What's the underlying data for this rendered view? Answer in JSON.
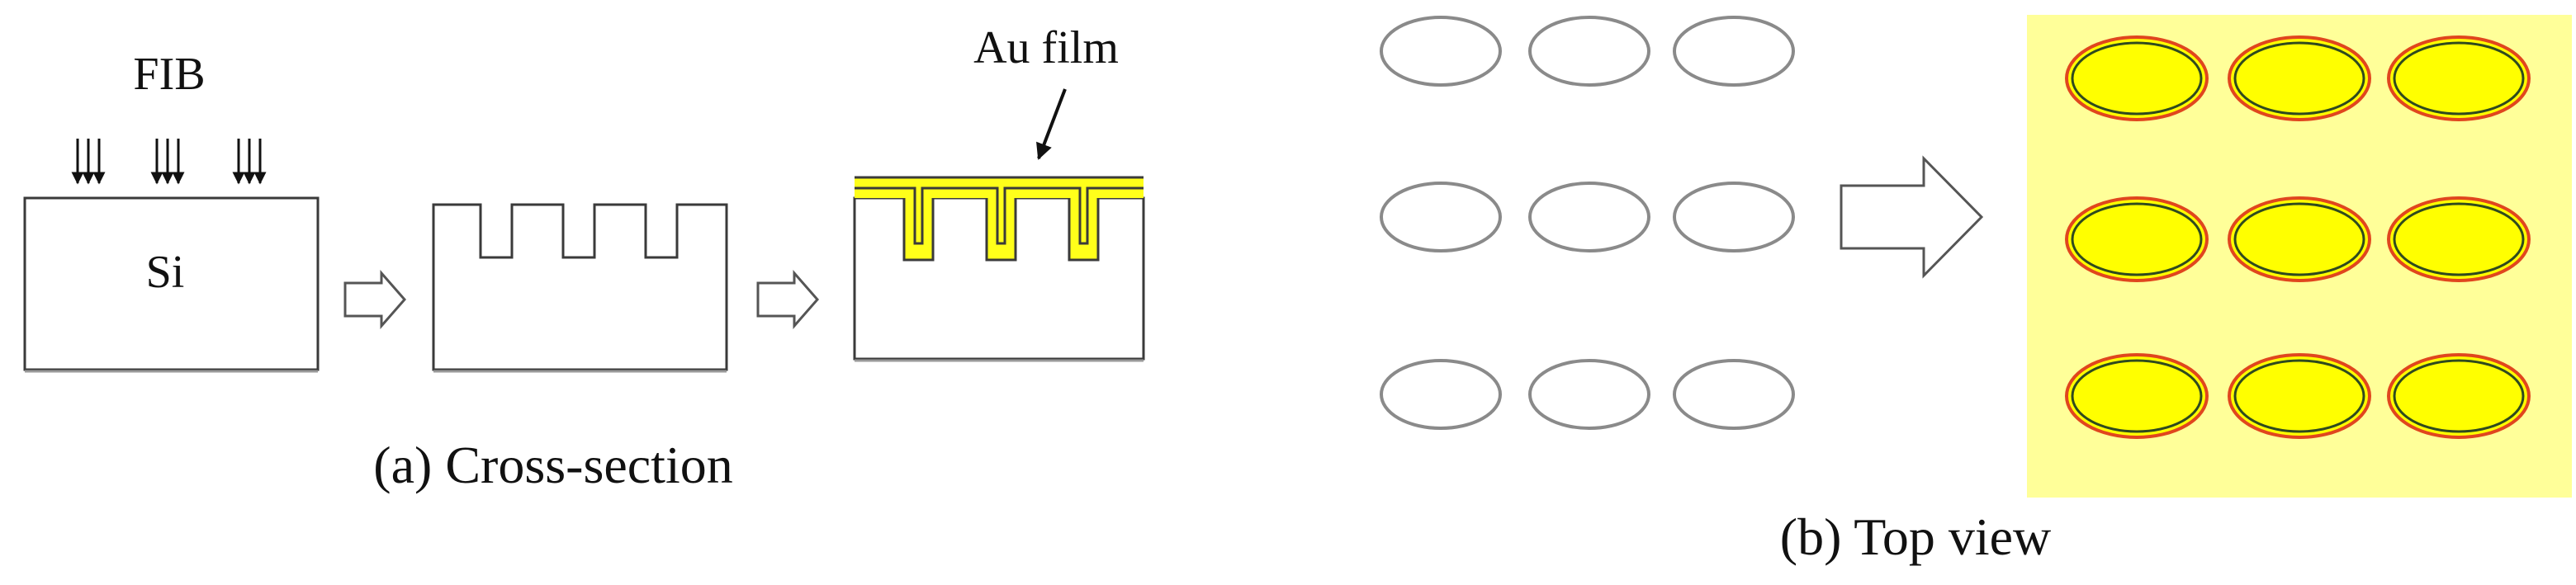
{
  "panel_a": {
    "beam_label": "FIB",
    "substrate_label": "Si",
    "film_label": "Au film",
    "caption": "(a) Cross-section"
  },
  "panel_b": {
    "caption": "(b) Top view"
  },
  "colors": {
    "outline": "#3a3a3a",
    "hole_outline": "#8a8a8a",
    "gold_film": "#ffff1a",
    "film_background": "#ffff99",
    "hole_fill": "#ffff00",
    "hole_rim": "#e0461e",
    "hole_inner_rim": "#2f4a1e",
    "arrow_fill": "#ffffff"
  },
  "icons": {
    "beam_arrow": "down-arrow-icon",
    "process_arrow": "hollow-right-arrow-icon"
  }
}
